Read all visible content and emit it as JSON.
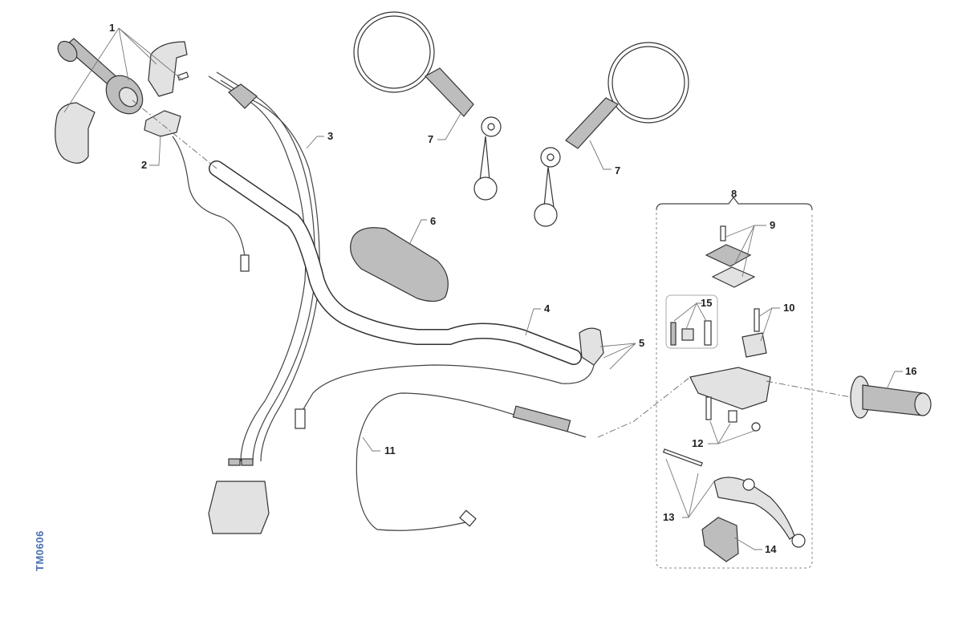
{
  "diagram": {
    "reference_code": "TM0606",
    "callouts": [
      {
        "id": "1",
        "label": "1"
      },
      {
        "id": "2",
        "label": "2"
      },
      {
        "id": "3",
        "label": "3"
      },
      {
        "id": "4",
        "label": "4"
      },
      {
        "id": "5",
        "label": "5"
      },
      {
        "id": "6",
        "label": "6"
      },
      {
        "id": "7a",
        "label": "7"
      },
      {
        "id": "7b",
        "label": "7"
      },
      {
        "id": "8",
        "label": "8"
      },
      {
        "id": "9",
        "label": "9"
      },
      {
        "id": "10",
        "label": "10"
      },
      {
        "id": "11",
        "label": "11"
      },
      {
        "id": "12",
        "label": "12"
      },
      {
        "id": "13",
        "label": "13"
      },
      {
        "id": "14",
        "label": "14"
      },
      {
        "id": "15",
        "label": "15"
      },
      {
        "id": "16",
        "label": "16"
      }
    ],
    "colors": {
      "label_blue": "#4a6fb0",
      "part_grey": "#bdbdbd",
      "line": "#333333"
    }
  }
}
